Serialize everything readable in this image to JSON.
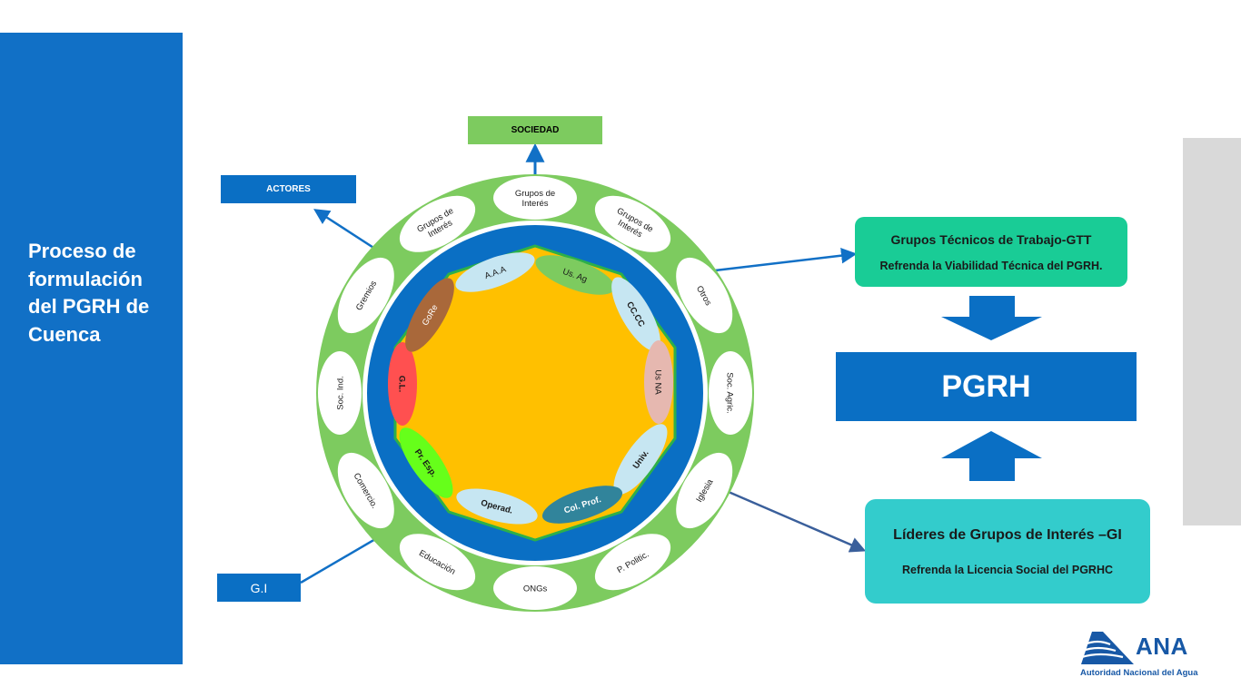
{
  "sidebar": {
    "title": "Proceso de formulación del PGRH de Cuenca"
  },
  "labels": {
    "sociedad": "SOCIEDAD",
    "actores": "ACTORES",
    "gi": "G.I"
  },
  "outer_ring": [
    "Grupos de Interés",
    "Grupos de Interés",
    "Otros",
    "Soc. Agric.",
    "Iglesia",
    "P. Politic.",
    "ONGs",
    "Educación",
    "Comercio.",
    "Soc. Ind.",
    "Gremios",
    "Grupos de Interés"
  ],
  "inner_ring": [
    "A.A.A",
    "Us. Ag",
    "CC.CC",
    "Us NA",
    "Univ.",
    "Col. Prof.",
    "Operad.",
    "Pr. Esp.",
    "G.L.",
    "GoRe"
  ],
  "gtt": {
    "title": "Grupos Técnicos de Trabajo-GTT",
    "subtitle": "Refrenda  la Viabilidad Técnica del PGRH."
  },
  "pgrh": "PGRH",
  "lideres": {
    "title": "Líderes  de  Grupos de Interés –GI",
    "subtitle": "Refrenda la Licencia Social del PGRHC"
  },
  "logo": {
    "name": "ANA",
    "subtitle": "Autoridad Nacional del Agua"
  },
  "colors": {
    "brand_blue": "#0a6fc4",
    "ring_green": "#7dcb5f",
    "core_yellow": "#ffc000",
    "gtt_green": "#19cc96",
    "lideres_cyan": "#33cccc"
  }
}
